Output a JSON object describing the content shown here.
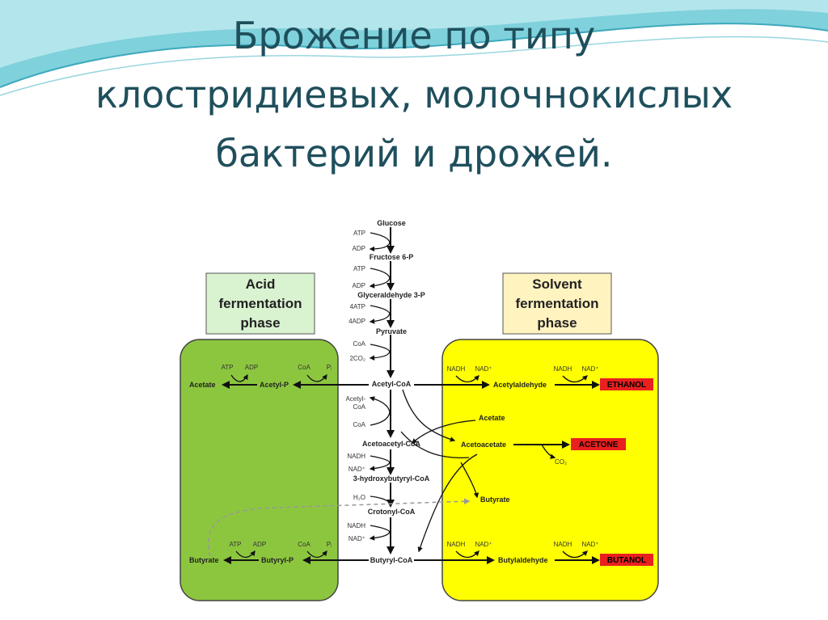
{
  "slide": {
    "title_lines": [
      "Брожение по типу",
      "клостридиевых, молочнокислых",
      "бактерий и дрожей."
    ]
  },
  "diagram": {
    "acid_phase": [
      "Acid",
      "fermentation",
      "phase"
    ],
    "solvent_phase": [
      "Solvent",
      "fermentation",
      "phase"
    ],
    "main": {
      "glucose": "Glucose",
      "fructose": "Fructose 6-P",
      "glyceraldehyde": "Glyceraldehyde 3-P",
      "pyruvate": "Pyruvate",
      "acetyl_coa": "Acetyl-CoA",
      "acetoacetyl_coa": "Acetoacetyl-CoA",
      "hydroxybutyryl_coa": "3-hydroxybutyryl-CoA",
      "crotonyl_coa": "Crotonyl-CoA",
      "butyryl_coa": "Butyryl-CoA"
    },
    "cofactors": {
      "atp1": "ATP",
      "adp1": "ADP",
      "atp2": "ATP",
      "adp2": "ADP",
      "atp4": "4ATP",
      "adp4": "4ADP",
      "coa_pyr": "CoA",
      "co2_pyr": "2CO₂",
      "acetyl_coa_in_1": "Acetyl-",
      "acetyl_coa_in_2": "CoA",
      "coa_thiolase": "CoA",
      "nadh1": "NADH",
      "nad1": "NAD⁺",
      "h2o": "H₂O",
      "nadh2": "NADH",
      "nad2": "NAD⁺"
    },
    "acid": {
      "acetate": "Acetate",
      "acetyl_p": "Acetyl-P",
      "atp_a": "ATP",
      "adp_a": "ADP",
      "coa_a": "CoA",
      "pi_a": "Pᵢ",
      "butyrate": "Butyrate",
      "butyryl_p": "Butyryl-P",
      "atp_b": "ATP",
      "adp_b": "ADP",
      "coa_b": "CoA",
      "pi_b": "Pᵢ"
    },
    "solvent": {
      "acetaldehyde": "Acetylaldehyde",
      "ethanol": "ETHANOL",
      "acetate": "Acetate",
      "acetoacetate": "Acetoacetate",
      "acetone": "ACETONE",
      "co2": "CO₂",
      "butyrate": "Butyrate",
      "butyraldehyde": "Butylaldehyde",
      "butanol": "BUTANOL",
      "nadh_e1": "NADH",
      "nad_e1": "NAD⁺",
      "nadh_e2": "NADH",
      "nad_e2": "NAD⁺",
      "nadh_b1": "NADH",
      "nad_b1": "NAD⁺",
      "nadh_b2": "NADH",
      "nad_b2": "NAD⁺"
    },
    "colors": {
      "acid_region": "#8cc63f",
      "solvent_region": "#ffff00",
      "acid_label_bg": "#d9f2d0",
      "solvent_label_bg": "#fff3c0",
      "product_red": "#e8201f",
      "title_text": "#1f4f5c"
    }
  }
}
